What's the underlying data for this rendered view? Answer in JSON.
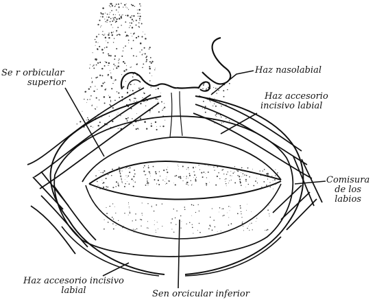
{
  "labels": {
    "orbicular_superior": {
      "line1": "Se r orbicular",
      "line2": "superior"
    },
    "haz_nasolabial": {
      "text": "Haz nasolabial"
    },
    "haz_accesorio_superior": {
      "line1": "Haz accesorio",
      "line2": "incisivo labial"
    },
    "comisura": {
      "line1": "Comisura",
      "line2": "de los",
      "line3": "labios"
    },
    "haz_accesorio_inferior": {
      "line1": "Haz accesorio incisivo",
      "line2": "labial"
    },
    "orbicular_inferior": {
      "text": "Sen  orcicular inferior"
    }
  },
  "colors": {
    "ink": "#111111",
    "stipple": "#3a3a3a",
    "background": "#ffffff"
  }
}
